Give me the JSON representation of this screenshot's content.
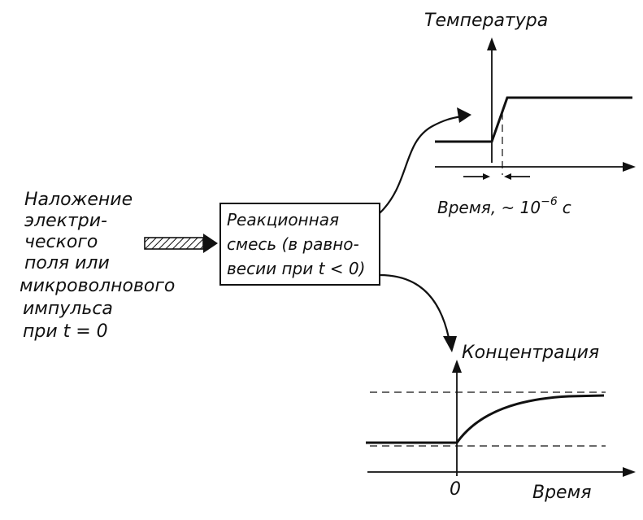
{
  "stimulus": {
    "lines": [
      "Наложение",
      "электри-",
      "ческого",
      "поля или",
      "микроволнового",
      "импульса",
      "при  t = 0"
    ]
  },
  "mixture_box": {
    "lines": [
      "Реакционная",
      "смесь (в равно-",
      "весии при t < 0)"
    ]
  },
  "temperature_plot": {
    "title": "Температура",
    "time_label": "Время, ~ 10",
    "time_exponent": "−6",
    "time_unit": "с"
  },
  "concentration_plot": {
    "title": "Концентрация",
    "origin_label": "0",
    "xlabel": "Время"
  }
}
